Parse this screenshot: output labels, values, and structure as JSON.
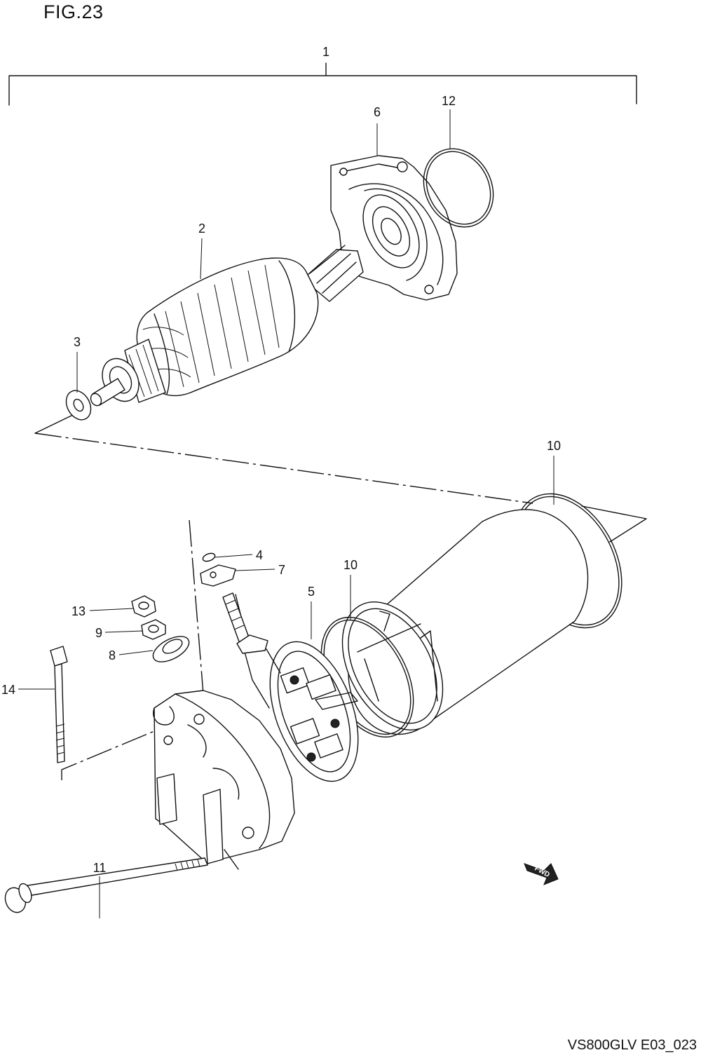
{
  "figure": {
    "title": "FIG.23",
    "code": "VS800GLV E03_023"
  },
  "callouts": [
    {
      "id": "1",
      "label": "1"
    },
    {
      "id": "2",
      "label": "2"
    },
    {
      "id": "3",
      "label": "3"
    },
    {
      "id": "4",
      "label": "4"
    },
    {
      "id": "5",
      "label": "5"
    },
    {
      "id": "6",
      "label": "6"
    },
    {
      "id": "7",
      "label": "7"
    },
    {
      "id": "8",
      "label": "8"
    },
    {
      "id": "9",
      "label": "9"
    },
    {
      "id": "10a",
      "label": "10"
    },
    {
      "id": "10b",
      "label": "10"
    },
    {
      "id": "11",
      "label": "11"
    },
    {
      "id": "12",
      "label": "12"
    },
    {
      "id": "13",
      "label": "13"
    },
    {
      "id": "14",
      "label": "14"
    }
  ],
  "fwd_marker": {
    "text": "FWD"
  }
}
